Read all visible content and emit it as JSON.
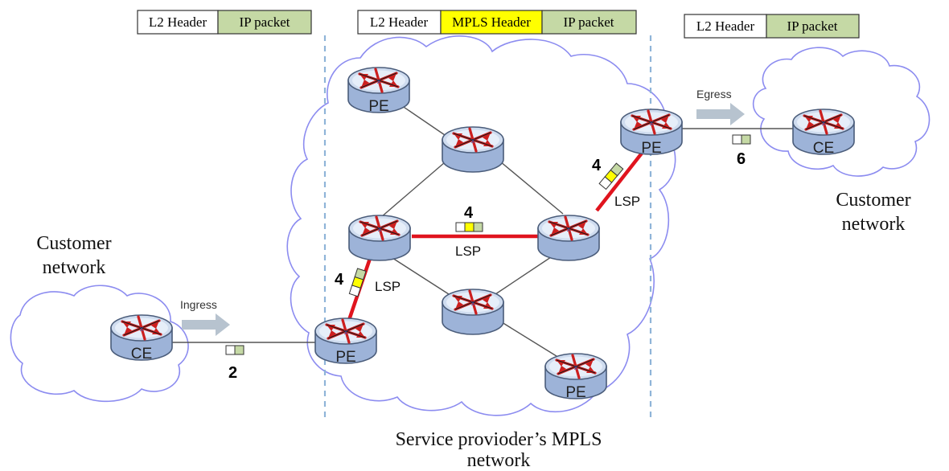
{
  "colors": {
    "cloud_stroke": "#8c8cf0",
    "lsp_red": "#e0141e",
    "divider": "#8fb4d8",
    "ip_green": "#c5d9a5",
    "mpls_yellow": "#ffff00",
    "l2_white": "#ffffff",
    "router_body": "#b6c9e6",
    "router_dark": "#4a5c7a",
    "arrow_gray": "#b7c3cf"
  },
  "headers": {
    "left": {
      "l2": "L2 Header",
      "ip": "IP packet"
    },
    "middle": {
      "l2": "L2 Header",
      "mpls": "MPLS Header",
      "ip": "IP packet"
    },
    "right": {
      "l2": "L2 Header",
      "ip": "IP packet"
    }
  },
  "labels": {
    "customer_left_1": "Customer",
    "customer_left_2": "network",
    "customer_right_1": "Customer",
    "customer_right_2": "network",
    "provider_1": "Service provioder’s MPLS",
    "provider_2": "network",
    "ingress": "Ingress",
    "egress": "Egress",
    "lsp_1": "LSP",
    "lsp_2": "LSP",
    "lsp_3": "LSP",
    "num_ingress": "2",
    "num_lsp_1": "4",
    "num_lsp_2": "4",
    "num_lsp_3": "4",
    "num_egress": "6"
  },
  "routers": {
    "ce_left": "CE",
    "pe_ingress": "PE",
    "pe_top": "PE",
    "pe_egress": "PE",
    "pe_bottom": "PE",
    "ce_right": "CE",
    "p1": "",
    "p2": "",
    "p3": "",
    "p4": ""
  },
  "icons": {
    "router": "router-icon",
    "packet": "packet-icon",
    "arrow": "right-arrow-icon"
  }
}
